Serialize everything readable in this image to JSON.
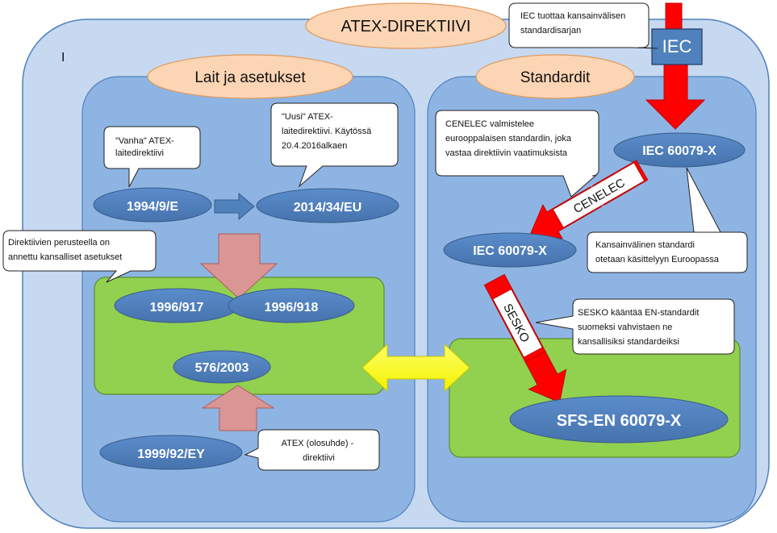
{
  "title": "ATEX-DIREKTIIVI",
  "left_section": {
    "header": "Lait ja asetukset",
    "old_callout": [
      "\"Vanha\" ATEX-",
      "laitedirektiivi"
    ],
    "new_callout": [
      "\"Uusi\" ATEX-",
      "laitedirektiivi. Käytössä",
      "20.4.2016alkaen"
    ],
    "old_directive": "1994/9/E",
    "new_directive": "2014/34/EU",
    "national_callout": [
      "Direktiivien perusteella on",
      "annettu kansalliset asetukset"
    ],
    "decree_1": "1996/917",
    "decree_2": "1996/918",
    "decree_3": "576/2003",
    "workplace_directive": "1999/92/EY",
    "workplace_callout": [
      "ATEX (olosuhde) -",
      "direktiivi"
    ]
  },
  "right_section": {
    "header": "Standardit",
    "iec_callout": [
      "IEC tuottaa kansainvälisen",
      "standardisarjan"
    ],
    "iec_box": "IEC",
    "iec_standard_top": "IEC 60079-X",
    "cenelec_callout": [
      "CENELEC valmistelee",
      "eurooppalaisen standardin, joka",
      "vastaa direktiivin vaatimuksista"
    ],
    "cenelec_label": "CENELEC",
    "iec_standard_mid": "IEC 60079-X",
    "intl_callout": [
      "Kansainvälinen standardi",
      "otetaan käsittelyyn Euroopassa"
    ],
    "sesko_label": "SESKO",
    "sesko_callout": [
      "SESKO kääntää EN-standardit",
      "suomeksi vahvistaen ne",
      "kansallisiksi standardeiksi"
    ],
    "sfs_standard": "SFS-EN 60079-X"
  },
  "stray_mark": "I",
  "colors": {
    "outer_bg": "#c6d9f1",
    "section_bg": "#8eb4e3",
    "green": "#92d050",
    "ellipse": "#4f81bd",
    "header_fill": "#fcd5b5",
    "red": "#ff0000",
    "pink": "#d99694",
    "yellow": "#ffff00"
  }
}
